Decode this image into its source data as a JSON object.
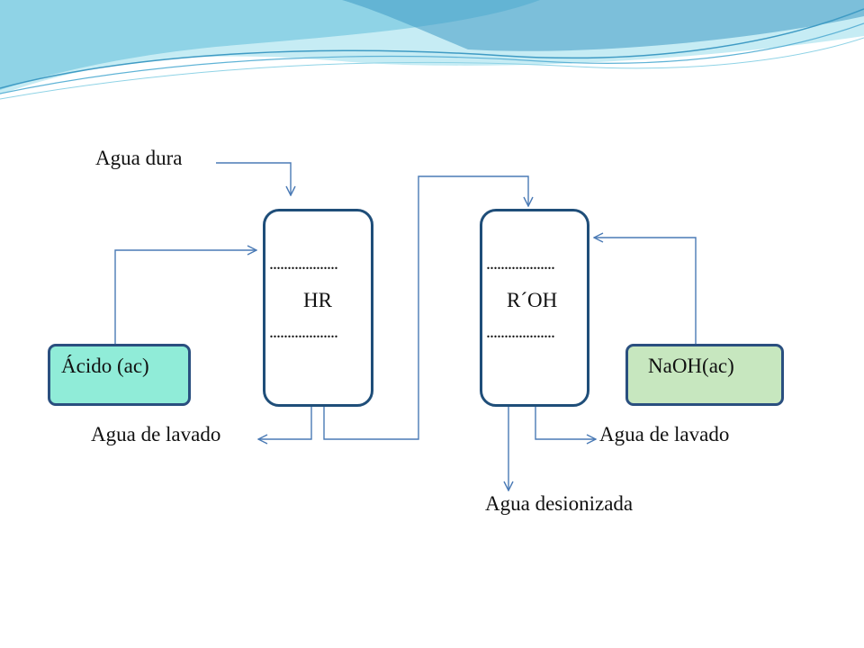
{
  "colors": {
    "acid_fill": "#90ecd8",
    "base_fill": "#c7e7bf",
    "column_border": "#1f4e79",
    "arrow": "#4a7ab5",
    "wave_light": "#c6ecf4",
    "wave_mid": "#8fd3e6",
    "wave_dark": "#3f9bc4"
  },
  "diagram": {
    "inputs": {
      "hard_water": "Agua dura"
    },
    "columns": [
      {
        "id": "cation",
        "resin": "HR",
        "dots_top": "...................",
        "dots_bottom": "..................."
      },
      {
        "id": "anion",
        "resin": "R´OH",
        "dots_top": "...................",
        "dots_bottom": "..................."
      }
    ],
    "reagents": {
      "acid": "Ácido (ac)",
      "base": "NaOH(ac)"
    },
    "outputs": {
      "wash_left": "Agua de lavado",
      "wash_right": "Agua de lavado",
      "deionized": "Agua desionizada"
    }
  }
}
